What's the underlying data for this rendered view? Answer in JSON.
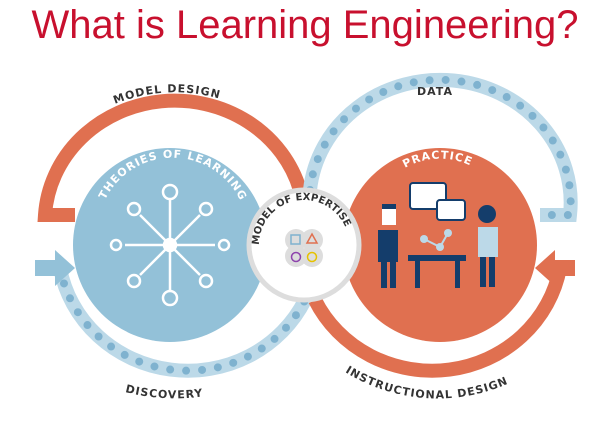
{
  "title": "What is Learning Engineering?",
  "labels": {
    "model_design": "MODEL DESIGN",
    "data": "DATA",
    "discovery": "DISCOVERY",
    "instructional_design": "INSTRUCTIONAL DESIGN",
    "theories": "THEORIES OF LEARNING",
    "practice": "PRACTICE",
    "expertise": "MODEL OF EXPERTISE"
  },
  "colors": {
    "title": "#c8102e",
    "orange": "#e07050",
    "blue": "#93c1d8",
    "navy": "#143d6b"
  }
}
